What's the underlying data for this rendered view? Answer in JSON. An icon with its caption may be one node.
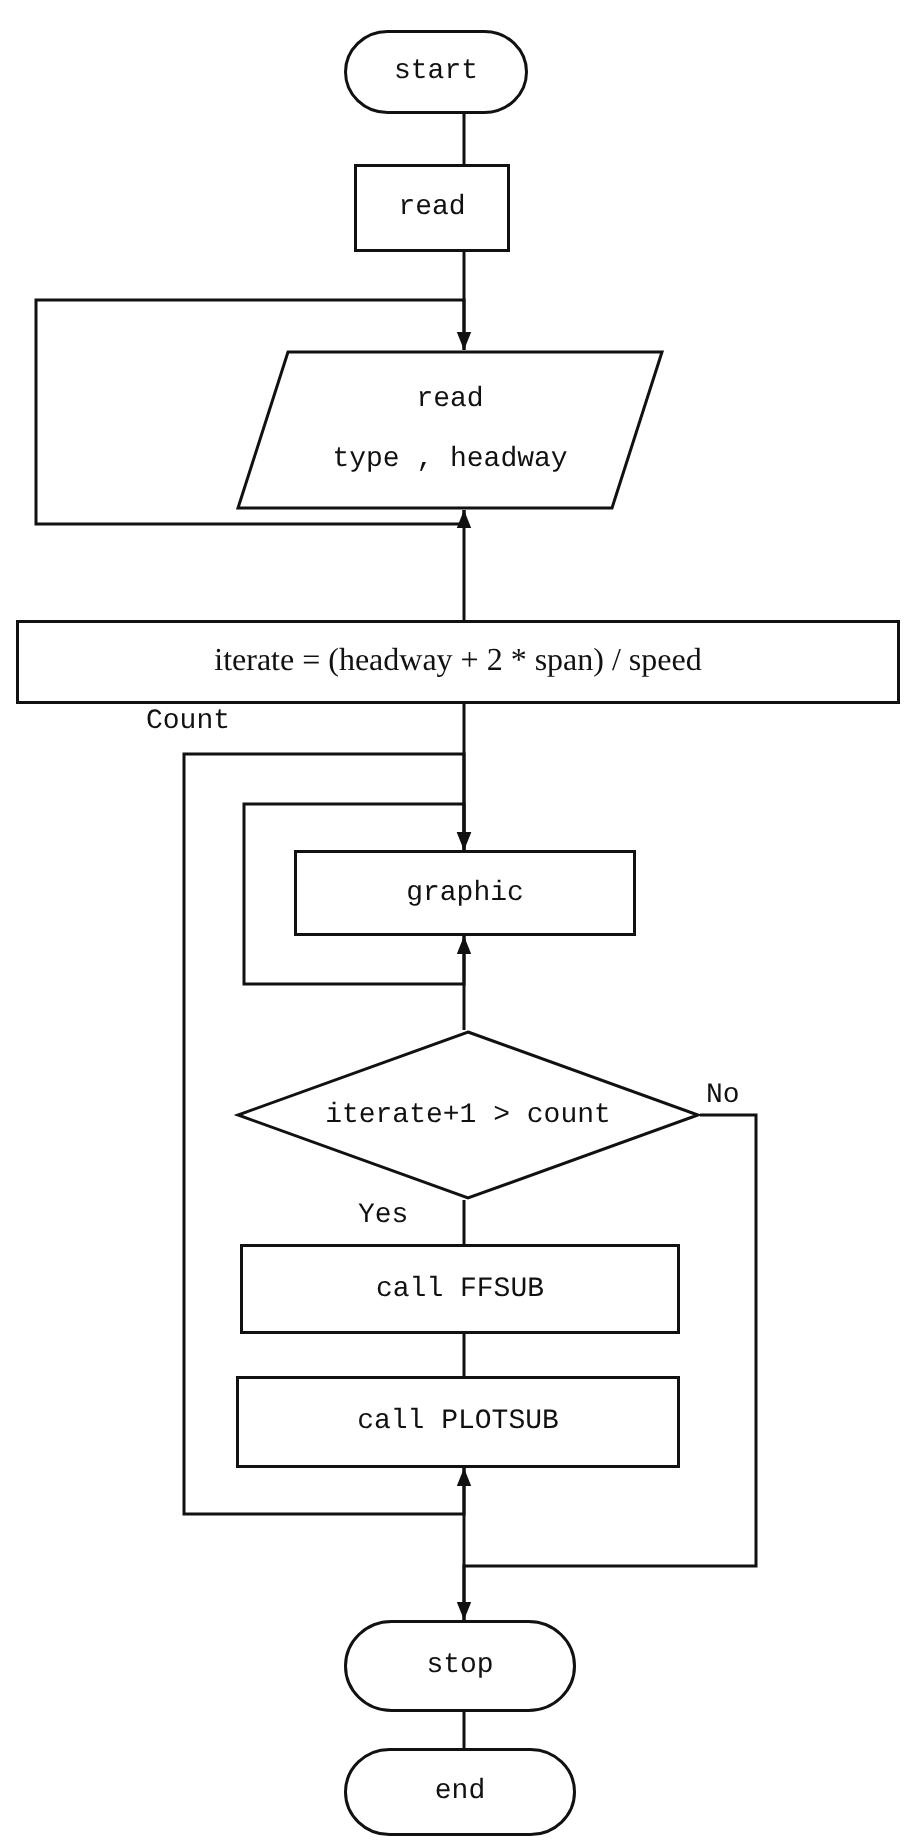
{
  "diagram": {
    "nodes": [
      {
        "text": [
          "start"
        ]
      },
      {
        "text": [
          "read"
        ]
      },
      {
        "text": [
          "read",
          "type , headway"
        ]
      },
      {
        "text": [
          "iterate = (headway + 2 * span) / speed"
        ]
      },
      {
        "text": [
          "graphic"
        ]
      },
      {
        "text": [
          "iterate+1 > count"
        ]
      },
      {
        "text": [
          "call FFSUB"
        ]
      },
      {
        "text": [
          "call PLOTSUB"
        ]
      },
      {
        "text": [
          "stop"
        ]
      },
      {
        "text": [
          "end"
        ]
      }
    ],
    "edges": [
      {
        "from": 0,
        "to": 1,
        "arrow": "none"
      },
      {
        "from": 1,
        "to": 2,
        "arrow": "none"
      },
      {
        "from": 2,
        "to": 2,
        "arrow": "both"
      },
      {
        "from": 2,
        "to": 3,
        "arrow": "none"
      },
      {
        "from": 3,
        "to": 4,
        "arrow": "none"
      },
      {
        "from": 7,
        "to": 4,
        "arrow": "both",
        "label": "Count"
      },
      {
        "from": 4,
        "to": 4,
        "arrow": "both"
      },
      {
        "from": 4,
        "to": 5,
        "arrow": "none"
      },
      {
        "from": 5,
        "to": 6,
        "arrow": "none",
        "label": "Yes"
      },
      {
        "from": 6,
        "to": 7,
        "arrow": "none"
      },
      {
        "from": 7,
        "to": 8,
        "arrow": "none"
      },
      {
        "from": 5,
        "to": 8,
        "arrow": "to",
        "label": "No"
      },
      {
        "from": 8,
        "to": 9,
        "arrow": "none"
      }
    ]
  }
}
